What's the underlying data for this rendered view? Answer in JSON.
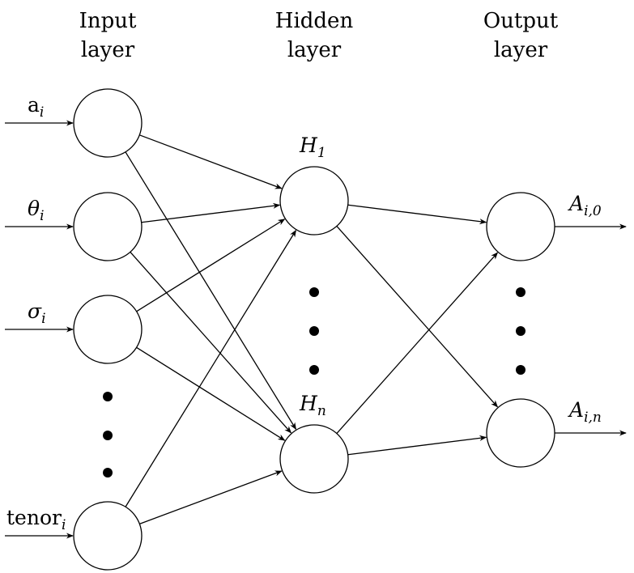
{
  "diagram": {
    "type": "neural-network",
    "layers": [
      {
        "id": "input",
        "title_line1": "Input",
        "title_line2": "layer",
        "nodes": [
          {
            "id": "in_a",
            "label_main": "a",
            "label_sub": "i",
            "main_italic": false
          },
          {
            "id": "in_theta",
            "label_main": "θ",
            "label_sub": "i",
            "main_italic": true
          },
          {
            "id": "in_sigma",
            "label_main": "σ",
            "label_sub": "i",
            "main_italic": true
          },
          {
            "id": "in_tenor",
            "label_main": "tenor",
            "label_sub": "i",
            "main_italic": false
          }
        ],
        "ellipsis": true
      },
      {
        "id": "hidden",
        "title_line1": "Hidden",
        "title_line2": "layer",
        "nodes": [
          {
            "id": "h1",
            "label_main": "H",
            "label_sub": "1"
          },
          {
            "id": "hn",
            "label_main": "H",
            "label_sub": "n"
          }
        ],
        "ellipsis": true
      },
      {
        "id": "output",
        "title_line1": "Output",
        "title_line2": "layer",
        "nodes": [
          {
            "id": "o0",
            "label_main": "A",
            "label_sub": "i,0"
          },
          {
            "id": "on",
            "label_main": "A",
            "label_sub": "i,n"
          }
        ],
        "ellipsis": true
      }
    ],
    "edges": [
      [
        "in_a",
        "h1"
      ],
      [
        "in_a",
        "hn"
      ],
      [
        "in_theta",
        "h1"
      ],
      [
        "in_theta",
        "hn"
      ],
      [
        "in_sigma",
        "h1"
      ],
      [
        "in_sigma",
        "hn"
      ],
      [
        "in_tenor",
        "h1"
      ],
      [
        "in_tenor",
        "hn"
      ],
      [
        "h1",
        "o0"
      ],
      [
        "h1",
        "on"
      ],
      [
        "hn",
        "o0"
      ],
      [
        "hn",
        "on"
      ]
    ]
  }
}
